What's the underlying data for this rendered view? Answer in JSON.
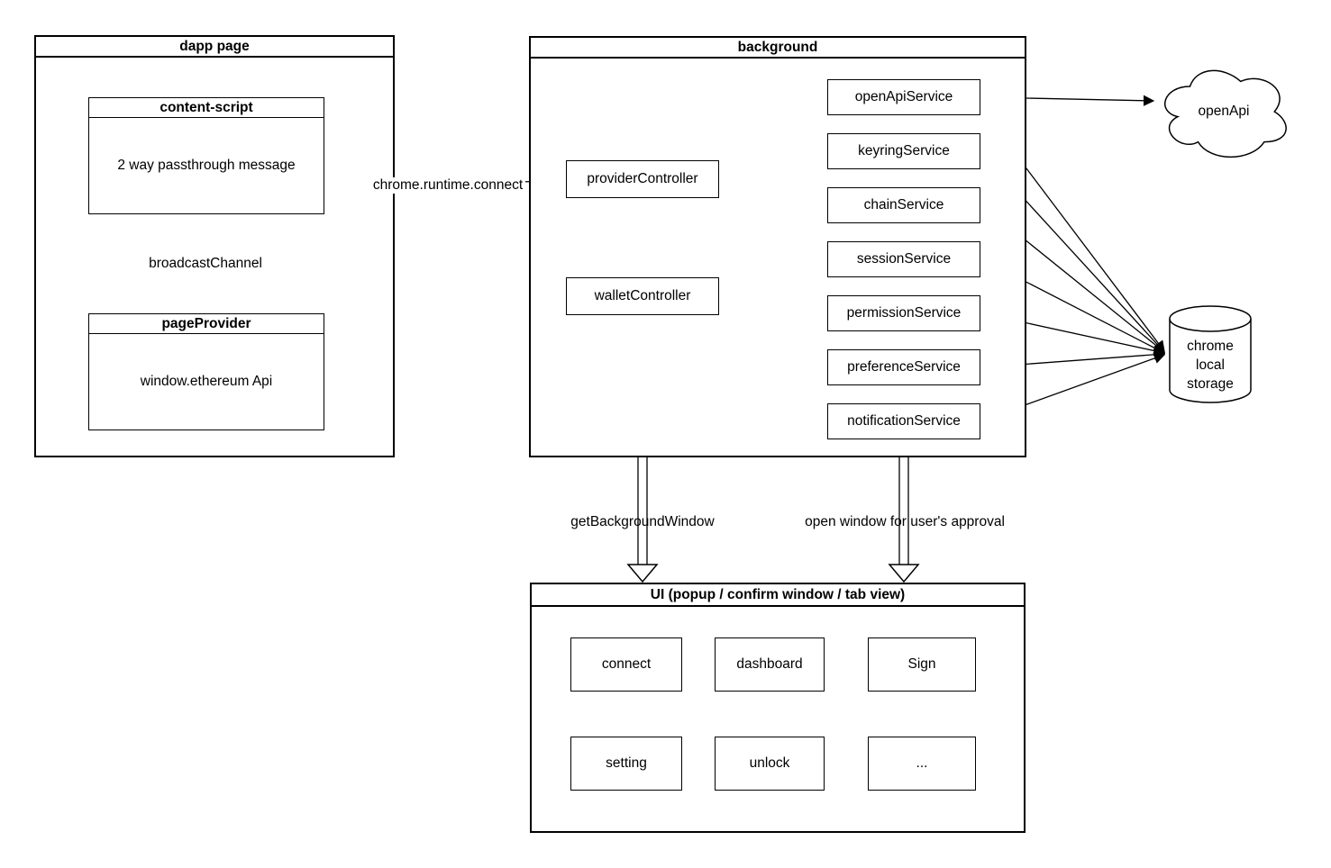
{
  "dapp_page": {
    "title": "dapp page",
    "content_script": {
      "title": "content-script",
      "body": "2 way passthrough message"
    },
    "broadcast_channel_label": "broadcastChannel",
    "page_provider": {
      "title": "pageProvider",
      "body": "window.ethereum Api"
    }
  },
  "connect_arrow_label": "chrome.runtime.connect",
  "background": {
    "title": "background",
    "provider_controller_label": "providerController",
    "wallet_controller_label": "walletController",
    "services": [
      "openApiService",
      "keyringService",
      "chainService",
      "sessionService",
      "permissionService",
      "preferenceService",
      "notificationService"
    ]
  },
  "cloud_label": "openApi",
  "storage": {
    "line1": "chrome",
    "line2": "local",
    "line3": "storage"
  },
  "flow_labels": {
    "get_background_window": "getBackgroundWindow",
    "open_window": "open window for user's approval"
  },
  "ui": {
    "title": "UI (popup / confirm window / tab view)",
    "buttons": [
      "connect",
      "dashboard",
      "Sign",
      "setting",
      "unlock",
      "..."
    ]
  },
  "colors": {
    "stroke": "#000000",
    "canvas": "#ffffff"
  }
}
